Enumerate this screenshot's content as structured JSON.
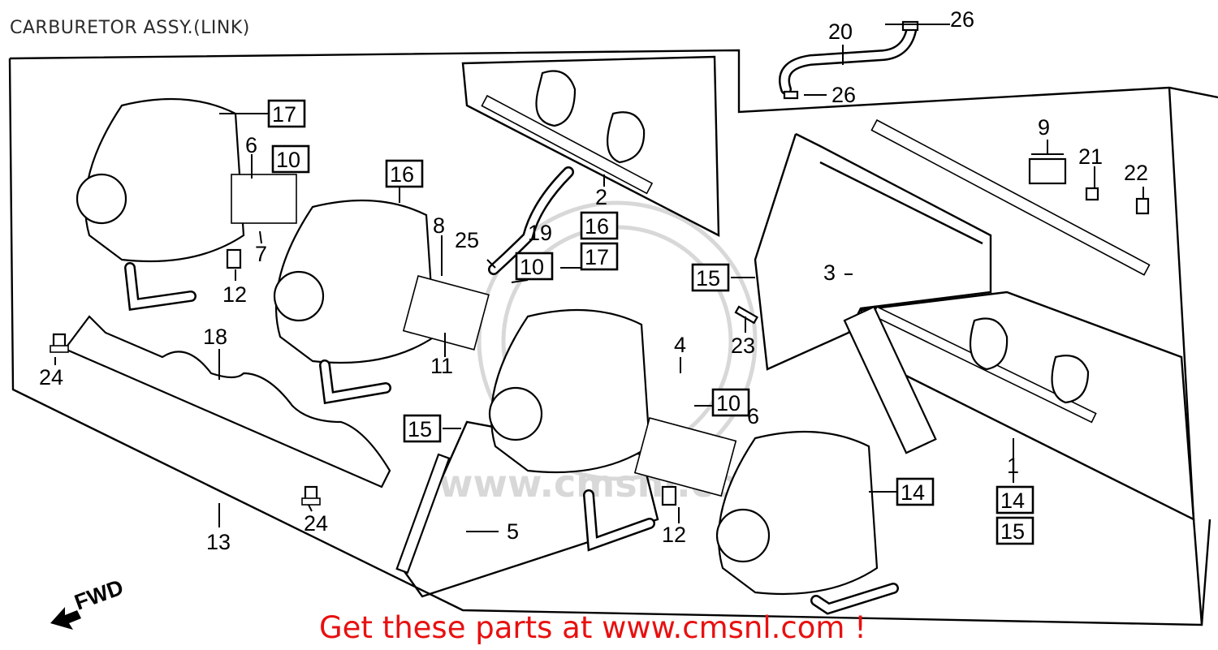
{
  "title": "CARBURETOR ASSY.(LINK)",
  "promo_text": "Get these parts at www.cmsnl.com !",
  "watermark_text": "www.cmsnl.com",
  "direction_label": "FWD",
  "colors": {
    "promo": "#e81010",
    "ink": "#000000",
    "watermark": "#d8d8d8"
  },
  "callouts": {
    "c1": "1",
    "c2": "2",
    "c3": "3",
    "c4": "4",
    "c5": "5",
    "c6a": "6",
    "c6b": "6",
    "c7": "7",
    "c8": "8",
    "c9": "9",
    "c10a": "10",
    "c10b": "10",
    "c10c": "10",
    "c11": "11",
    "c12a": "12",
    "c12b": "12",
    "c13": "13",
    "c14a": "14",
    "c14b": "14",
    "c15a": "15",
    "c15b": "15",
    "c15c": "15",
    "c16a": "16",
    "c16b": "16",
    "c17a": "17",
    "c17b": "17",
    "c18": "18",
    "c19": "19",
    "c20": "20",
    "c21": "21",
    "c22": "22",
    "c23": "23",
    "c24a": "24",
    "c24b": "24",
    "c25": "25",
    "c26a": "26",
    "c26b": "26"
  }
}
